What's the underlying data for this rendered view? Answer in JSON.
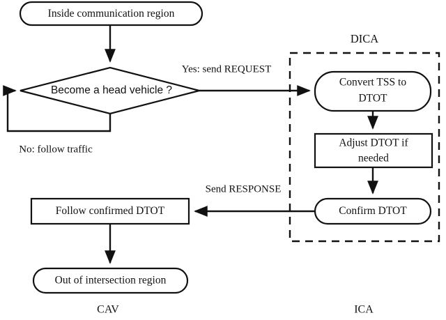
{
  "diagram": {
    "title": "CAV-ICA intersection communication flowchart",
    "colors": {
      "stroke": "#111111",
      "fill": "#ffffff",
      "background": "#ffffff"
    },
    "nodes": [
      {
        "id": "inside_region",
        "label": "Inside communication region",
        "shape": "stadium",
        "font": "serif"
      },
      {
        "id": "head_vehicle",
        "label": "Become a head vehicle ?",
        "shape": "diamond",
        "font": "sans"
      },
      {
        "id": "convert_tss",
        "label_line1": "Convert TSS to",
        "label_line2": "DTOT",
        "shape": "stadium",
        "font": "serif"
      },
      {
        "id": "adjust_dtot",
        "label_line1": "Adjust DTOT if",
        "label_line2": "needed",
        "shape": "rectangle",
        "font": "serif"
      },
      {
        "id": "confirm_dtot",
        "label": "Confirm DTOT",
        "shape": "stadium",
        "font": "serif"
      },
      {
        "id": "follow_dtot",
        "label": "Follow confirmed DTOT",
        "shape": "rectangle",
        "font": "serif"
      },
      {
        "id": "out_region",
        "label": "Out of intersection region",
        "shape": "stadium",
        "font": "serif"
      }
    ],
    "edge_labels": {
      "yes_request": "Yes: send REQUEST",
      "no_loop": "No: follow traffic",
      "send_response": "Send RESPONSE"
    },
    "group_label": "DICA",
    "lane_labels": {
      "left": "CAV",
      "right": "ICA"
    }
  }
}
